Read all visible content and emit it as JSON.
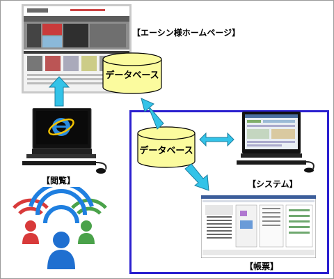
{
  "labels": {
    "website": "【エーシン様ホームページ】",
    "database_top": "データベース",
    "database_inner": "データベース",
    "viewing": "【閲覧】",
    "system": "【システム】",
    "forms": "【帳票】"
  },
  "colors": {
    "db_fill": "#fbfb9e",
    "arrow": "#33c3e8",
    "box_border": "#2a1fcf"
  },
  "icons": {
    "browser": "internet-explorer-icon",
    "people": "wifi-people-icon"
  }
}
